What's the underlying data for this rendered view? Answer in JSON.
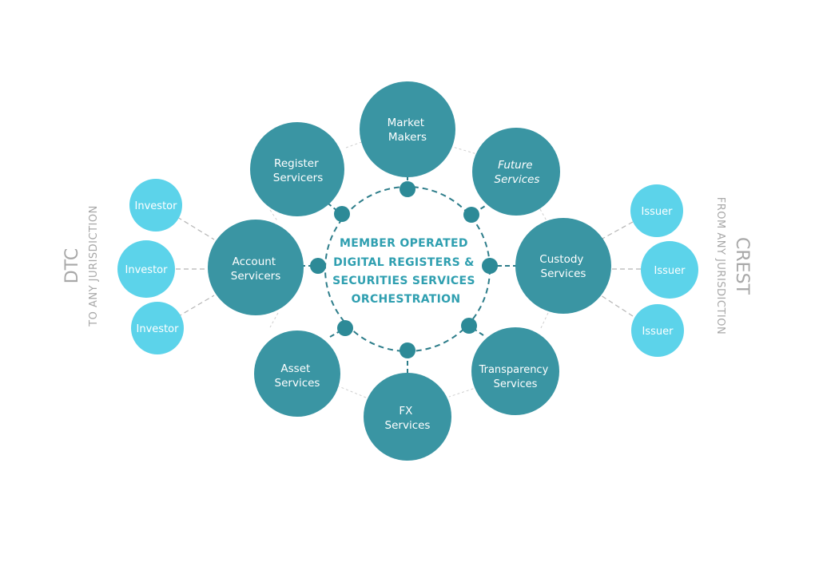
{
  "center": {
    "lines": [
      "MEMBER OPERATED",
      "DIGITAL REGISTERS &",
      "SECURITIES SERVICES",
      "ORCHESTRATION"
    ]
  },
  "nodes": {
    "market_makers": [
      "Market",
      "Makers"
    ],
    "future_services": [
      "Future",
      "Services"
    ],
    "custody_services": [
      "Custody",
      "Services"
    ],
    "transparency_services": [
      "Transparency",
      "Services"
    ],
    "fx_services": [
      "FX",
      "Services"
    ],
    "asset_services": [
      "Asset",
      "Services"
    ],
    "account_servicers": [
      "Account",
      "Servicers"
    ],
    "register_servicers": [
      "Register",
      "Servicers"
    ]
  },
  "investors": [
    "Investor",
    "Investor",
    "Investor"
  ],
  "issuers": [
    "Issuer",
    "Issuer",
    "Issuer"
  ],
  "left_label": {
    "title": "DTC",
    "subtitle": "TO ANY JURISDICTION"
  },
  "right_label": {
    "title": "CREST",
    "subtitle": "FROM ANY JURISDICTION"
  },
  "colors": {
    "primary": "#3a95a3",
    "secondary": "#5cd3ea",
    "center_text": "#2f9fb0",
    "label": "#a8a8a8"
  }
}
